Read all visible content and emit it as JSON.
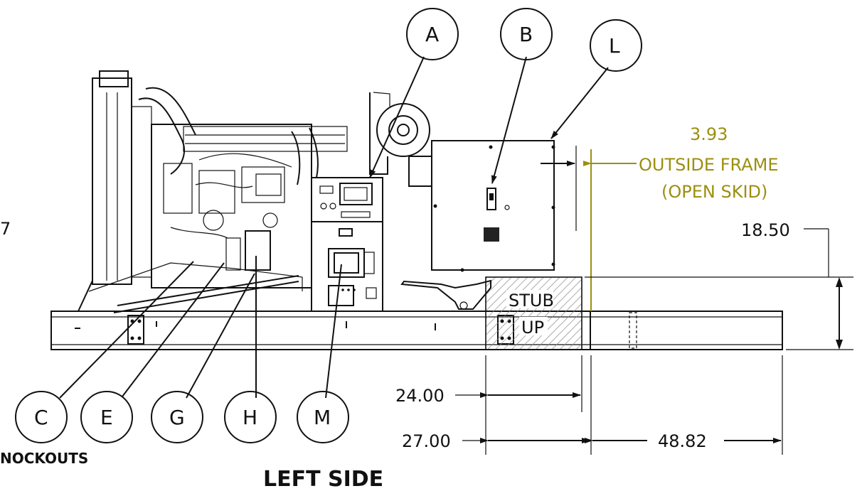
{
  "balloons": {
    "a": "A",
    "b": "B",
    "l": "L",
    "c": "C",
    "e": "E",
    "g": "G",
    "h": "H",
    "m": "M"
  },
  "dimensions": {
    "outside_frame_value": "3.93",
    "outside_frame_line1": "OUTSIDE FRAME",
    "outside_frame_line2": "(OPEN SKID)",
    "height": "18.50",
    "stub_width": "24.00",
    "stub_outer": "27.00",
    "skid_extension": "48.82",
    "edge_fragment": "7"
  },
  "labels": {
    "stub_line1": "STUB",
    "stub_line2": "UP",
    "knockouts": "NOCKOUTS",
    "view_title": "LEFT SIDE"
  },
  "colors": {
    "line": "#111111",
    "dimension_accent": "#9c8f10",
    "hatch": "#888888"
  }
}
